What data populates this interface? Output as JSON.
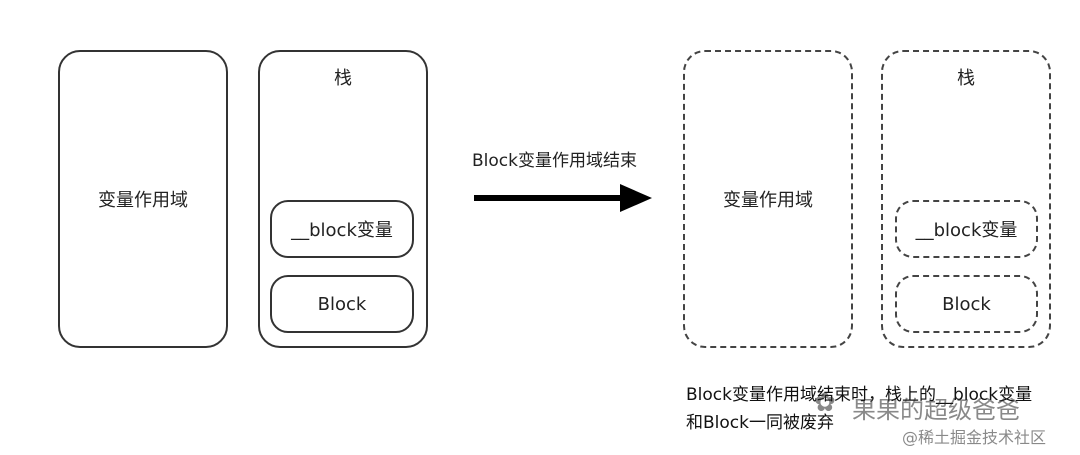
{
  "before": {
    "scope_label": "变量作用域",
    "stack_label": "栈",
    "block_var_label": "__block变量",
    "block_label": "Block"
  },
  "transition": {
    "label": "Block变量作用域结束"
  },
  "after": {
    "scope_label": "变量作用域",
    "stack_label": "栈",
    "block_var_label": "__block变量",
    "block_label": "Block",
    "caption_line1": "Block变量作用域结束时，栈上的__block变量",
    "caption_line2": "和Block一同被废弃"
  },
  "watermarks": {
    "account": "果果的超级爸爸",
    "site": "@稀土掘金技术社区"
  }
}
